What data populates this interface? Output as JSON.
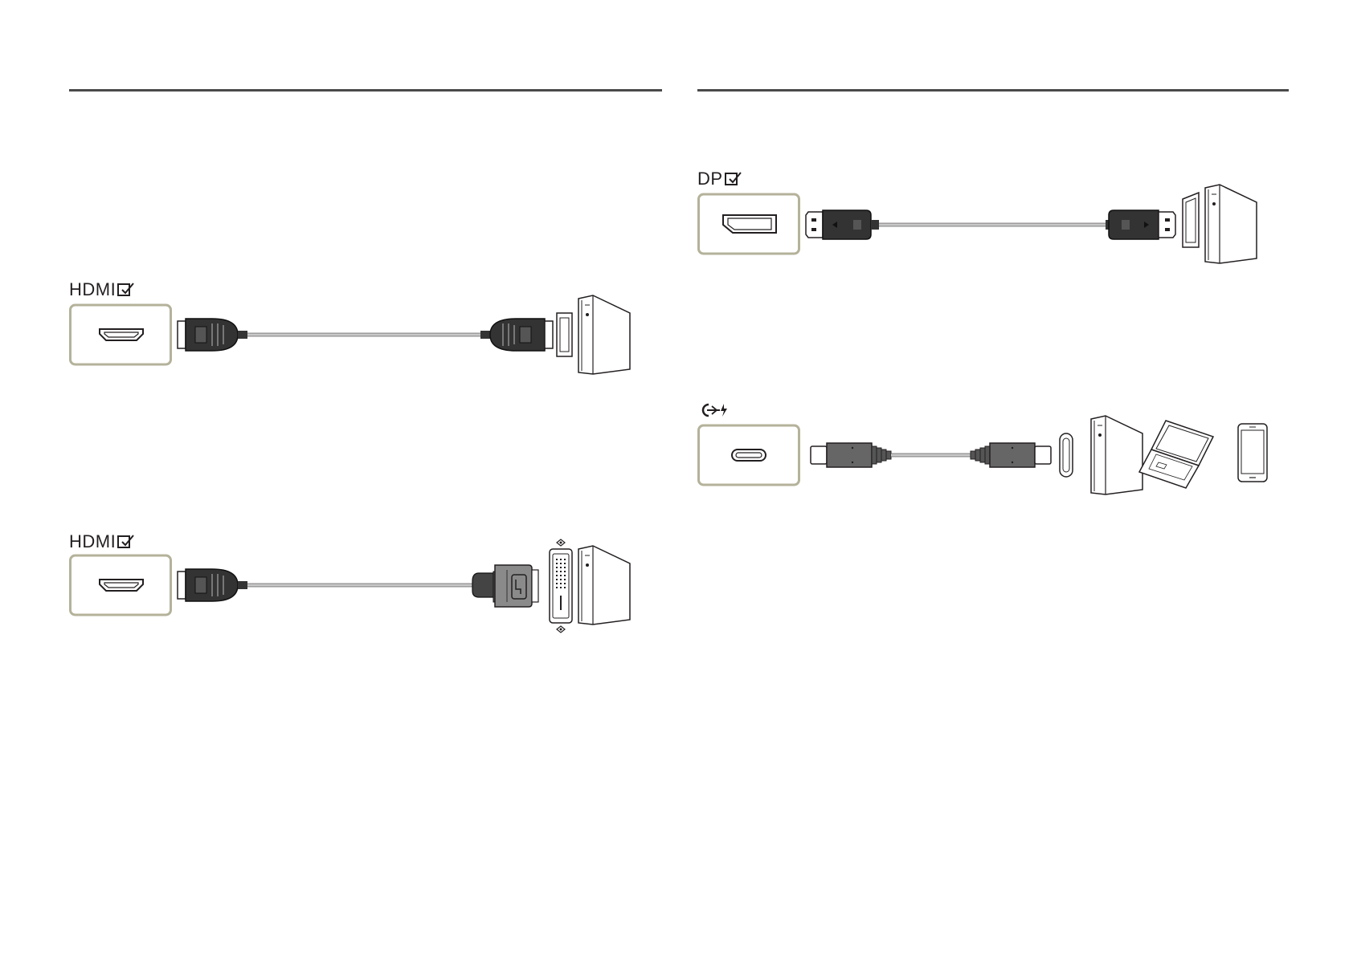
{
  "sections": {
    "hdmi_to_hdmi": {
      "port_label": "HDMI",
      "port_icon": "hdmi-port-icon",
      "cable_icon": "hdmi-cable-icon",
      "device_icon": "pc-tower-icon"
    },
    "hdmi_to_dvi": {
      "port_label": "HDMI",
      "port_icon": "hdmi-port-icon",
      "cable_icon": "hdmi-to-dvi-cable-icon",
      "device_icon": "pc-tower-icon"
    },
    "displayport": {
      "port_label": "DP",
      "port_icon": "displayport-port-icon",
      "cable_icon": "displayport-cable-icon",
      "device_icon": "pc-tower-icon"
    },
    "usb_c": {
      "port_label": "",
      "port_icon": "usb-c-port-icon",
      "cable_icon": "usb-c-cable-icon",
      "device_icons": [
        "pc-tower-icon",
        "laptop-icon",
        "smartphone-icon"
      ]
    }
  },
  "colors": {
    "port_frame": "#b4b29a",
    "rule": "#4a4a4a",
    "connector": "#333333",
    "cable": "#c9c9c9",
    "line": "#231f20"
  }
}
